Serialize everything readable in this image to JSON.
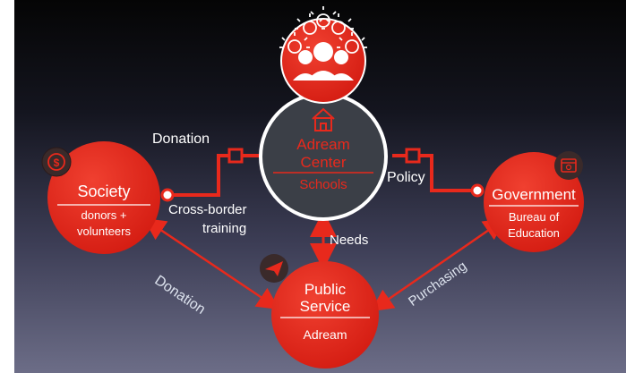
{
  "nodes": {
    "center": {
      "title_line1": "Adream",
      "title_line2": "Center",
      "subtitle": "Schools"
    },
    "society": {
      "title": "Society",
      "sub_line1": "donors +",
      "sub_line2": "volunteers"
    },
    "government": {
      "title": "Government",
      "sub_line1": "Bureau of",
      "sub_line2": "Education"
    },
    "public_service": {
      "title_line1": "Public",
      "title_line2": "Service",
      "subtitle": "Adream"
    }
  },
  "edges": {
    "donation_top": "Donation",
    "cross_border_line1": "Cross-border",
    "cross_border_line2": "training",
    "policy": "Policy",
    "needs": "Needs",
    "donation_diag": "Donation",
    "purchasing": "Purchasing"
  },
  "colors": {
    "accent": "#e8291c",
    "accent_dark": "#b21710",
    "center_fill": "#3b3f47",
    "center_stroke": "#ffffff"
  },
  "icons": [
    "people-icon",
    "lightbulb-icon",
    "house-icon",
    "money-icon",
    "calendar-icon",
    "paper-plane-icon"
  ]
}
